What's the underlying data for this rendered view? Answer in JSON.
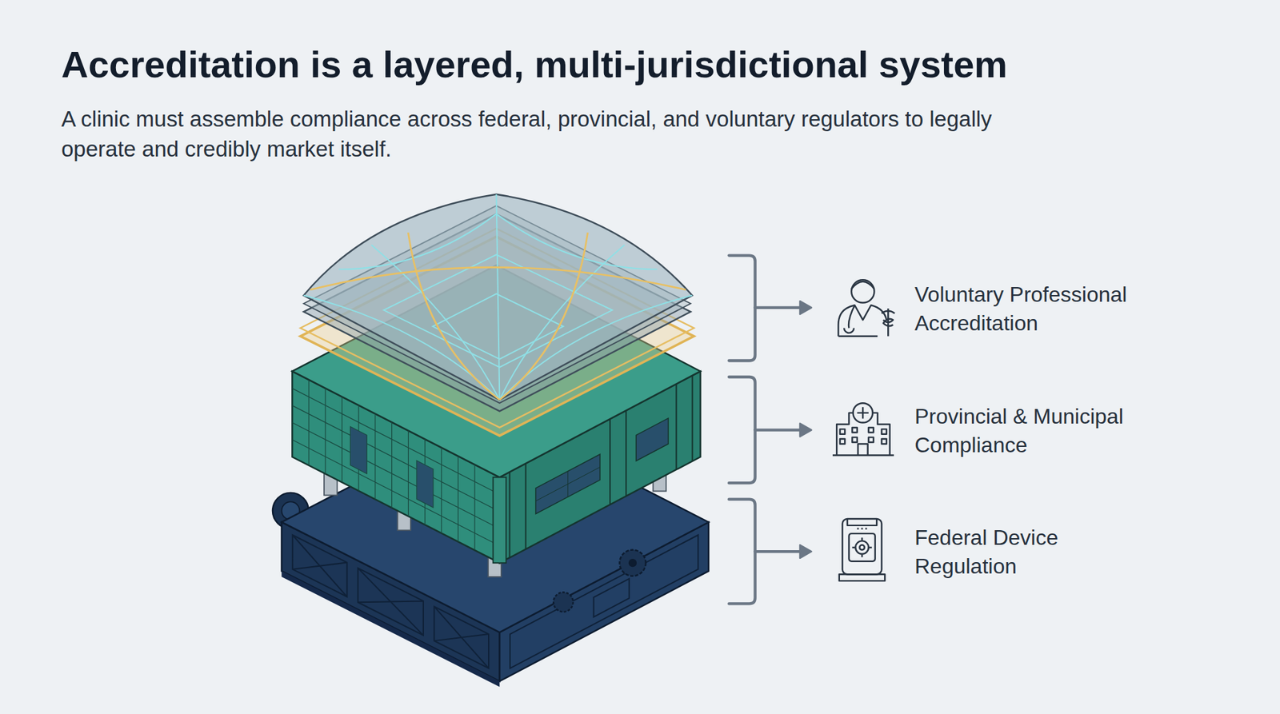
{
  "diagram": {
    "title": "Accreditation is a layered, multi-jurisdictional system",
    "labels": [
      "A clinic must assemble compliance across federal, provincial, and voluntary regulators to legally operate and credibly market itself.",
      "Voluntary Professional Accreditation",
      "Provincial & Municipal Compliance",
      "Federal Device Regulation"
    ]
  }
}
